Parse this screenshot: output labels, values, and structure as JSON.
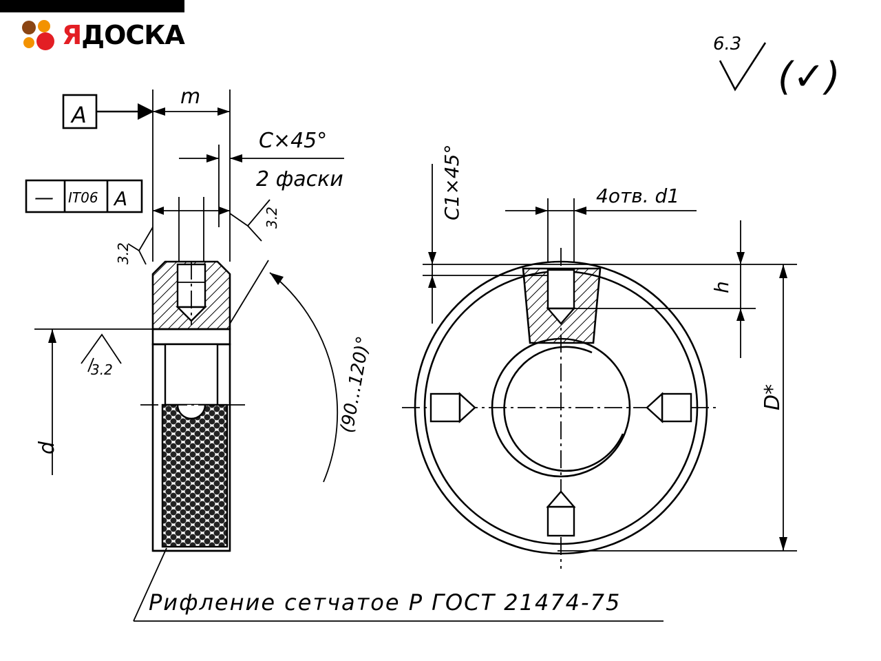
{
  "logo": {
    "first_letter": "Я",
    "rest": "ДОСКА"
  },
  "roughness": {
    "value": "6.3",
    "bracket": "(✓)"
  },
  "datum": {
    "letter": "A"
  },
  "tolerance_frame": {
    "symbol": "—",
    "value": "IT06",
    "datum": "A"
  },
  "dimensions": {
    "m": "m",
    "chamfer": "C×45°",
    "chamfer_note": "2 фаски",
    "chamfer_c1": "C1×45°",
    "holes": "4отв. d1",
    "h": "h",
    "D": "D*",
    "d": "d",
    "angle": "(90…120)°",
    "rough_32_a": "3.2",
    "rough_32_b": "3.2",
    "rough_32_c": "3.2"
  },
  "note": "Рифление сетчатое Р ГОСТ 21474-75",
  "colors": {
    "logo_red": "#e31e24",
    "logo_orange": "#f39200",
    "logo_brown": "#8b4513"
  }
}
